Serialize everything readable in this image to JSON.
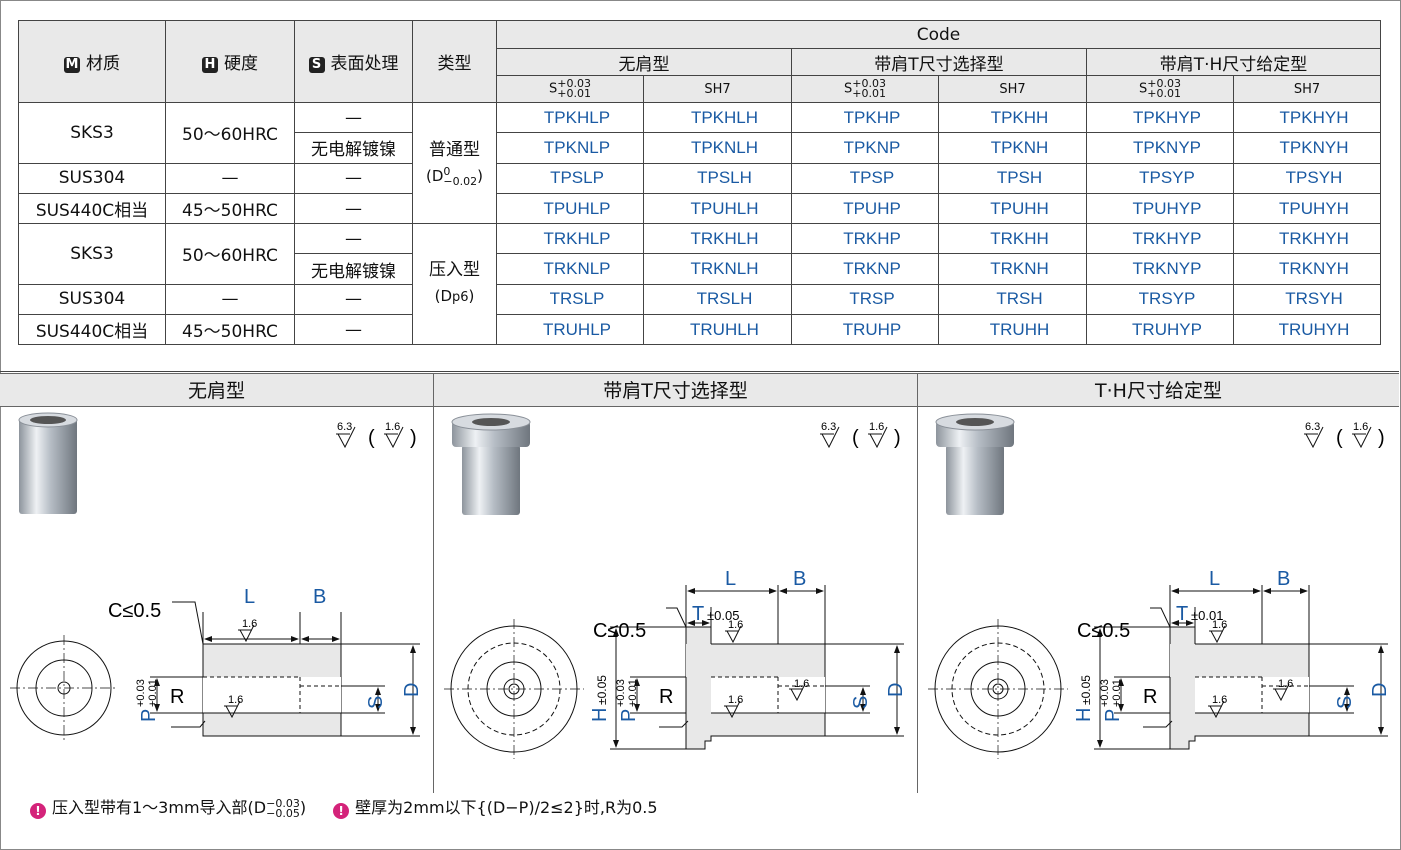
{
  "header": {
    "material": {
      "badge": "M",
      "label": "材质"
    },
    "hardness": {
      "badge": "H",
      "label": "硬度"
    },
    "surface": {
      "badge": "S",
      "label": "表面处理"
    },
    "type": "类型",
    "code": "Code",
    "groups": [
      "无肩型",
      "带肩T尺寸选择型",
      "带肩T·H尺寸给定型"
    ],
    "tol_label": "S",
    "tol_upper": "+0.03",
    "tol_lower": "+0.01",
    "sh7": "SH7"
  },
  "rows": [
    {
      "material": "SKS3",
      "hardness": "50～60HRC",
      "surface": "—",
      "codes": [
        "TPKHLP",
        "TPKHLH",
        "TPKHP",
        "TPKHH",
        "TPKHYP",
        "TPKHYH"
      ]
    },
    {
      "surface": "无电解镀镍",
      "codes": [
        "TPKNLP",
        "TPKNLH",
        "TPKNP",
        "TPKNH",
        "TPKNYP",
        "TPKNYH"
      ]
    },
    {
      "material": "SUS304",
      "hardness": "—",
      "surface": "—",
      "codes": [
        "TPSLP",
        "TPSLH",
        "TPSP",
        "TPSH",
        "TPSYP",
        "TPSYH"
      ]
    },
    {
      "material": "SUS440C",
      "material_suffix": "相当",
      "hardness": "45～50HRC",
      "surface": "—",
      "codes": [
        "TPUHLP",
        "TPUHLH",
        "TPUHP",
        "TPUHH",
        "TPUHYP",
        "TPUHYH"
      ]
    },
    {
      "material": "SKS3",
      "hardness": "50～60HRC",
      "surface": "—",
      "codes": [
        "TRKHLP",
        "TRKHLH",
        "TRKHP",
        "TRKHH",
        "TRKHYP",
        "TRKHYH"
      ]
    },
    {
      "surface": "无电解镀镍",
      "codes": [
        "TRKNLP",
        "TRKNLH",
        "TRKNP",
        "TRKNH",
        "TRKNYP",
        "TRKNYH"
      ]
    },
    {
      "material": "SUS304",
      "hardness": "—",
      "surface": "—",
      "codes": [
        "TRSLP",
        "TRSLH",
        "TRSP",
        "TRSH",
        "TRSYP",
        "TRSYH"
      ]
    },
    {
      "material": "SUS440C",
      "material_suffix": "相当",
      "hardness": "45～50HRC",
      "surface": "—",
      "codes": [
        "TRUHLP",
        "TRUHLH",
        "TRUHP",
        "TRUHH",
        "TRUHYP",
        "TRUHYH"
      ]
    }
  ],
  "types": [
    {
      "name": "普通型",
      "tol_prefix": "(D",
      "tol_upper": "0",
      "tol_lower": "−0.02",
      "tol_suffix": ")"
    },
    {
      "name": "压入型",
      "tol_prefix": "(D",
      "tol_sub": "p6",
      "tol_suffix": ")"
    }
  ],
  "panels": [
    {
      "title": "无肩型",
      "roughness": "6.3",
      "roughness_paren": "1.6",
      "chamfer": "C≤0.5",
      "L": "L",
      "B": "B",
      "P": "P",
      "P_upper": "+0.03",
      "P_lower": "+0.01",
      "R": "R",
      "S": "S",
      "D": "D",
      "fine": "1.6"
    },
    {
      "title": "带肩T尺寸选择型",
      "roughness": "6.3",
      "roughness_paren": "1.6",
      "chamfer": "C≤0.5",
      "L": "L",
      "B": "B",
      "T": "T",
      "T_tol": "±0.05",
      "H": "H",
      "H_tol": "±0.05",
      "P": "P",
      "P_upper": "+0.03",
      "P_lower": "+0.01",
      "R": "R",
      "S": "S",
      "D": "D",
      "fine": "1.6"
    },
    {
      "title": "T·H尺寸给定型",
      "roughness": "6.3",
      "roughness_paren": "1.6",
      "chamfer": "C≤0.5",
      "L": "L",
      "B": "B",
      "T": "T",
      "T_tol": "±0.01",
      "H": "H",
      "H_tol": "±0.05",
      "P": "P",
      "P_upper": "+0.03",
      "P_lower": "+0.01",
      "R": "R",
      "S": "S",
      "D": "D",
      "fine": "1.6"
    }
  ],
  "notes": [
    {
      "text_a": "压入型带有1～3mm导入部(D",
      "upper": "−0.03",
      "lower": "−0.05",
      "text_b": ")"
    },
    {
      "text": "壁厚为2mm以下{(D−P)/2≤2}时,R为0.5"
    }
  ],
  "colors": {
    "code": "#1a5aa3",
    "dim": "#1a5aa3",
    "header_bg": "#e9e9e9",
    "note_pin": "#d4237a"
  }
}
